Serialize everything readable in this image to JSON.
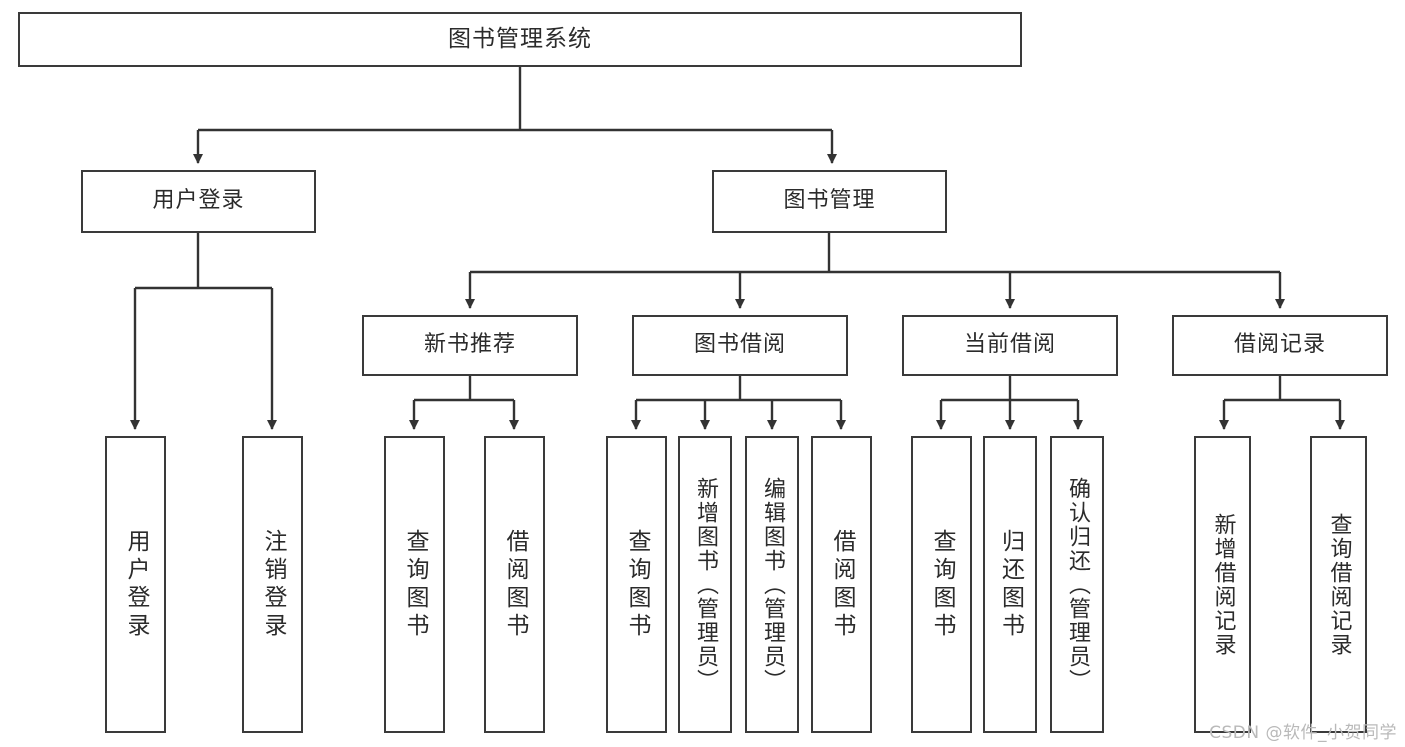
{
  "diagram": {
    "type": "tree-hierarchy-chart",
    "title": "图书管理系统",
    "watermark": "CSDN @软件_小贺同学",
    "colors": {
      "box_border": "#3a3a3a",
      "box_fill": "#ffffff",
      "connector": "#333333",
      "text": "#2b2b2b",
      "watermark": "#b9b9b9"
    },
    "levels": {
      "root": {
        "label": "图书管理系统"
      },
      "level2": [
        {
          "id": "user-login",
          "label": "用户登录"
        },
        {
          "id": "book-manage",
          "label": "图书管理"
        }
      ],
      "level3": [
        {
          "id": "new-book-rec",
          "label": "新书推荐",
          "parent": "book-manage"
        },
        {
          "id": "book-borrow",
          "label": "图书借阅",
          "parent": "book-manage"
        },
        {
          "id": "current-borrow",
          "label": "当前借阅",
          "parent": "book-manage"
        },
        {
          "id": "borrow-record",
          "label": "借阅记录",
          "parent": "book-manage"
        }
      ],
      "leaves": [
        {
          "id": "leaf-user-login",
          "label": "用户登录",
          "parent": "user-login"
        },
        {
          "id": "leaf-logout",
          "label": "注销登录",
          "parent": "user-login"
        },
        {
          "id": "leaf-query-book-1",
          "label": "查询图书",
          "parent": "new-book-rec"
        },
        {
          "id": "leaf-borrow-book-1",
          "label": "借阅图书",
          "parent": "new-book-rec"
        },
        {
          "id": "leaf-query-book-2",
          "label": "查询图书",
          "parent": "book-borrow"
        },
        {
          "id": "leaf-add-book",
          "label": "新增图书（管理员）",
          "parent": "book-borrow"
        },
        {
          "id": "leaf-edit-book",
          "label": "编辑图书（管理员）",
          "parent": "book-borrow"
        },
        {
          "id": "leaf-borrow-book-2",
          "label": "借阅图书",
          "parent": "book-borrow"
        },
        {
          "id": "leaf-query-book-3",
          "label": "查询图书",
          "parent": "current-borrow"
        },
        {
          "id": "leaf-return-book",
          "label": "归还图书",
          "parent": "current-borrow"
        },
        {
          "id": "leaf-confirm-return",
          "label": "确认归还（管理员）",
          "parent": "current-borrow"
        },
        {
          "id": "leaf-add-record",
          "label": "新增借阅记录",
          "parent": "borrow-record"
        },
        {
          "id": "leaf-query-record",
          "label": "查询借阅记录",
          "parent": "borrow-record"
        }
      ]
    }
  }
}
